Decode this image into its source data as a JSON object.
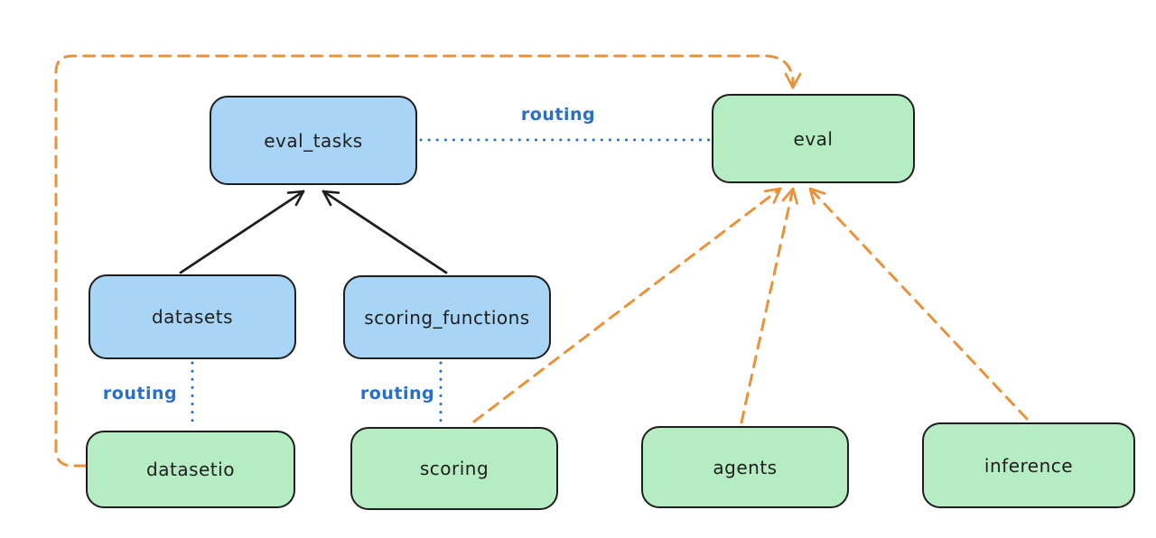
{
  "diagram": {
    "nodes": {
      "eval_tasks": {
        "label": "eval_tasks",
        "color": "blue"
      },
      "datasets": {
        "label": "datasets",
        "color": "blue"
      },
      "scoring_functions": {
        "label": "scoring_functions",
        "color": "blue"
      },
      "eval": {
        "label": "eval",
        "color": "green"
      },
      "datasetio": {
        "label": "datasetio",
        "color": "green"
      },
      "scoring": {
        "label": "scoring",
        "color": "green"
      },
      "agents": {
        "label": "agents",
        "color": "green"
      },
      "inference": {
        "label": "inference",
        "color": "green"
      }
    },
    "routing_label": "routing",
    "edges": [
      {
        "from": "datasets",
        "to": "eval_tasks",
        "style": "solid",
        "color": "black",
        "arrow": true,
        "label": ""
      },
      {
        "from": "scoring_functions",
        "to": "eval_tasks",
        "style": "solid",
        "color": "black",
        "arrow": true,
        "label": ""
      },
      {
        "from": "eval_tasks",
        "to": "eval",
        "style": "dotted",
        "color": "blue",
        "arrow": false,
        "label": "routing"
      },
      {
        "from": "datasets",
        "to": "datasetio",
        "style": "dotted",
        "color": "blue",
        "arrow": false,
        "label": "routing"
      },
      {
        "from": "scoring_functions",
        "to": "scoring",
        "style": "dotted",
        "color": "blue",
        "arrow": false,
        "label": "routing"
      },
      {
        "from": "datasetio",
        "to": "eval",
        "style": "dashed",
        "color": "orange",
        "arrow": true,
        "label": "",
        "route": "left-edge-loop"
      },
      {
        "from": "scoring",
        "to": "eval",
        "style": "dashed",
        "color": "orange",
        "arrow": true,
        "label": ""
      },
      {
        "from": "agents",
        "to": "eval",
        "style": "dashed",
        "color": "orange",
        "arrow": true,
        "label": ""
      },
      {
        "from": "inference",
        "to": "eval",
        "style": "dashed",
        "color": "orange",
        "arrow": true,
        "label": ""
      }
    ],
    "colors": {
      "blue_fill": "#a8d4f5",
      "green_fill": "#b6ecc2",
      "stroke": "#1e1e1e",
      "orange": "#e8923a",
      "routing_blue": "#2b6fc4",
      "background": "#ffffff"
    }
  }
}
